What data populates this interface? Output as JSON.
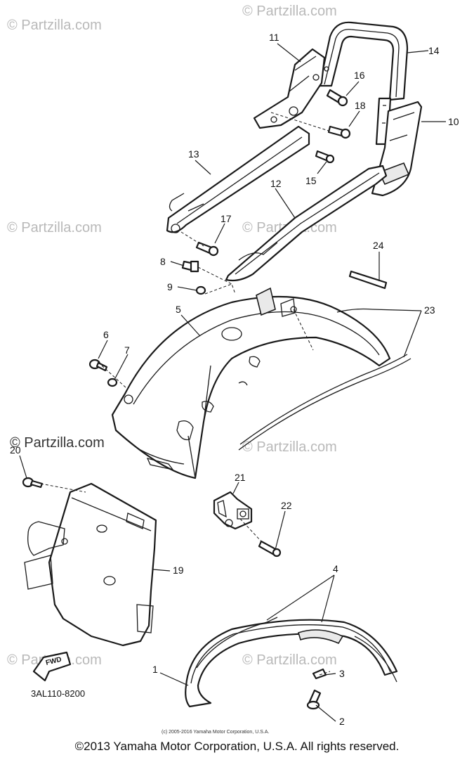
{
  "watermark": {
    "text": "© Partzilla.com",
    "prominent_text": "© Partzilla.com"
  },
  "callouts": {
    "c1": "1",
    "c2": "2",
    "c3": "3",
    "c4": "4",
    "c5": "5",
    "c6": "6",
    "c7": "7",
    "c8": "8",
    "c9": "9",
    "c10": "10",
    "c11": "11",
    "c12": "12",
    "c13": "13",
    "c14": "14",
    "c15": "15",
    "c16": "16",
    "c17": "17",
    "c18": "18",
    "c19": "19",
    "c20": "20",
    "c21": "21",
    "c22": "22",
    "c23": "23",
    "c24": "24"
  },
  "diagram_code": "3AL110-8200",
  "fwd_label": "FWD",
  "small_copyright": "(c) 2005-2016 Yamaha Motor Corporation, U.S.A.",
  "footer_copyright": "©2013 Yamaha Motor Corporation, U.S.A. All rights reserved."
}
